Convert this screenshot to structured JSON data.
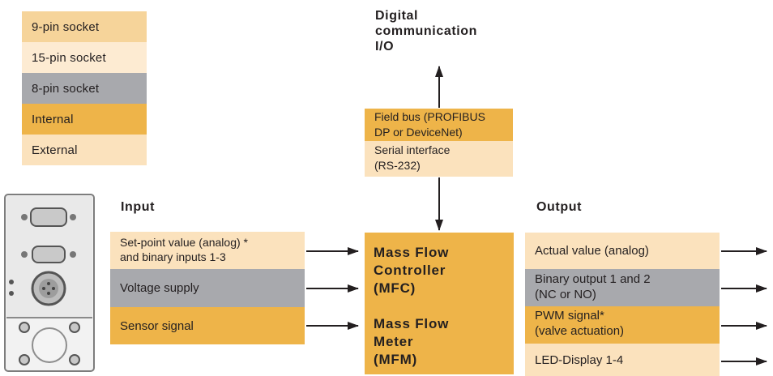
{
  "colors": {
    "socket_9pin": "#f6d49a",
    "socket_15pin": "#fdebd2",
    "socket_8pin": "#a8a9ad",
    "internal": "#eeb449",
    "external": "#fbe2bd",
    "text": "#231f20"
  },
  "legend": [
    {
      "label": "9-pin socket",
      "color_key": "socket_9pin"
    },
    {
      "label": "15-pin socket",
      "color_key": "socket_15pin"
    },
    {
      "label": "8-pin socket",
      "color_key": "socket_8pin"
    },
    {
      "label": "Internal",
      "color_key": "internal"
    },
    {
      "label": "External",
      "color_key": "external"
    }
  ],
  "top": {
    "heading_lines": [
      "Digital",
      "communication",
      "I/O"
    ],
    "fieldbus_lines": [
      "Field bus  (PROFIBUS",
      "DP or DeviceNet)"
    ],
    "serial_lines": [
      "Serial interface",
      "(RS-232)"
    ]
  },
  "input": {
    "heading": "Input",
    "items": [
      {
        "lines": [
          "Set-point value  (analog) *",
          "and binary inputs 1-3"
        ]
      },
      {
        "lines": [
          "Voltage supply"
        ]
      },
      {
        "lines": [
          "Sensor signal"
        ]
      }
    ]
  },
  "center": {
    "lines_a": [
      "Mass Flow",
      "Controller",
      "(MFC)"
    ],
    "lines_b": [
      "Mass Flow",
      "Meter",
      "(MFM)"
    ]
  },
  "output": {
    "heading": "Output",
    "items": [
      {
        "lines": [
          "Actual value (analog)"
        ]
      },
      {
        "lines": [
          "Binary output 1 and 2",
          "(NC or NO)"
        ]
      },
      {
        "lines": [
          "PWM signal*",
          "(valve actuation)"
        ]
      },
      {
        "lines": [
          "LED-Display 1-4"
        ]
      }
    ]
  }
}
